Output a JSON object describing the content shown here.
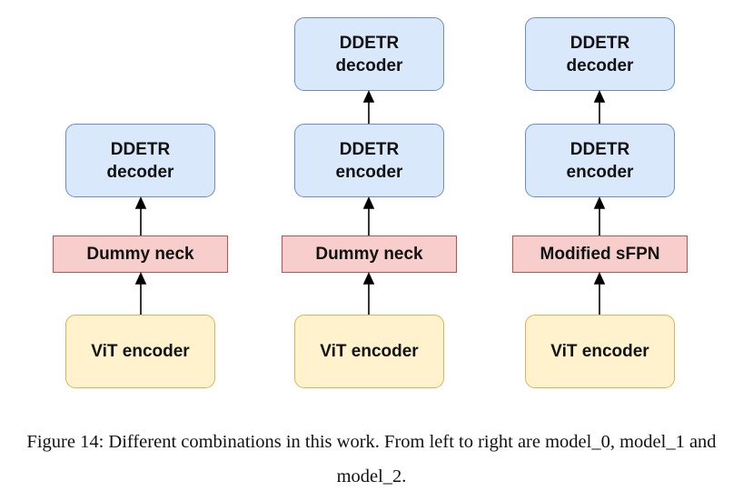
{
  "diagram": {
    "columns": [
      {
        "decoder": "DDETR\ndecoder",
        "neck": "Dummy neck",
        "backbone": "ViT encoder"
      },
      {
        "decoder": "DDETR\ndecoder",
        "encoder": "DDETR\nencoder",
        "neck": "Dummy neck",
        "backbone": "ViT encoder"
      },
      {
        "decoder": "DDETR\ndecoder",
        "encoder": "DDETR\nencoder",
        "neck": "Modified sFPN",
        "backbone": "ViT encoder"
      }
    ],
    "colors": {
      "blue_fill": "#dae8fc",
      "blue_stroke": "#6c8ebf",
      "red_fill": "#f8cecc",
      "red_stroke": "#b85450",
      "yellow_fill": "#fff2cc",
      "yellow_stroke": "#d6b656",
      "arrow": "#000000"
    }
  },
  "caption": "Figure 14: Different combinations in this work. From left to right are model_0, model_1 and model_2."
}
